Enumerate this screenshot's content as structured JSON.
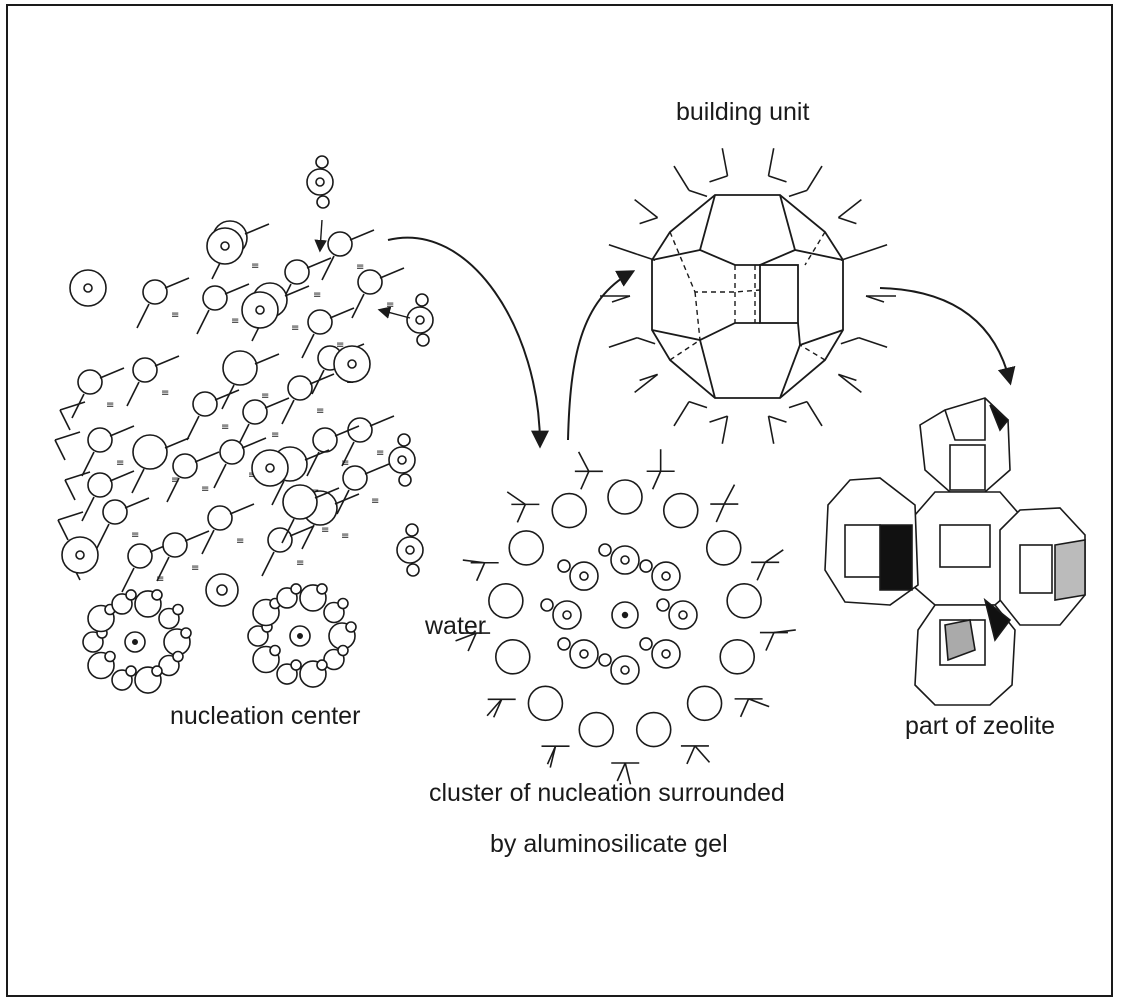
{
  "diagram": {
    "labels": {
      "building_unit": "building unit",
      "water": "water",
      "nucleation_center": "nucleation center",
      "cluster_line1": "cluster of nucleation surrounded",
      "cluster_line2": "by aluminosilicate gel",
      "zeolite": "part of zeolite"
    },
    "stage_order": [
      "nucleation center",
      "cluster of nucleation surrounded by aluminosilicate gel",
      "building unit",
      "part of zeolite"
    ],
    "colors": {
      "ink": "#1a1a1a",
      "background": "#ffffff"
    }
  }
}
